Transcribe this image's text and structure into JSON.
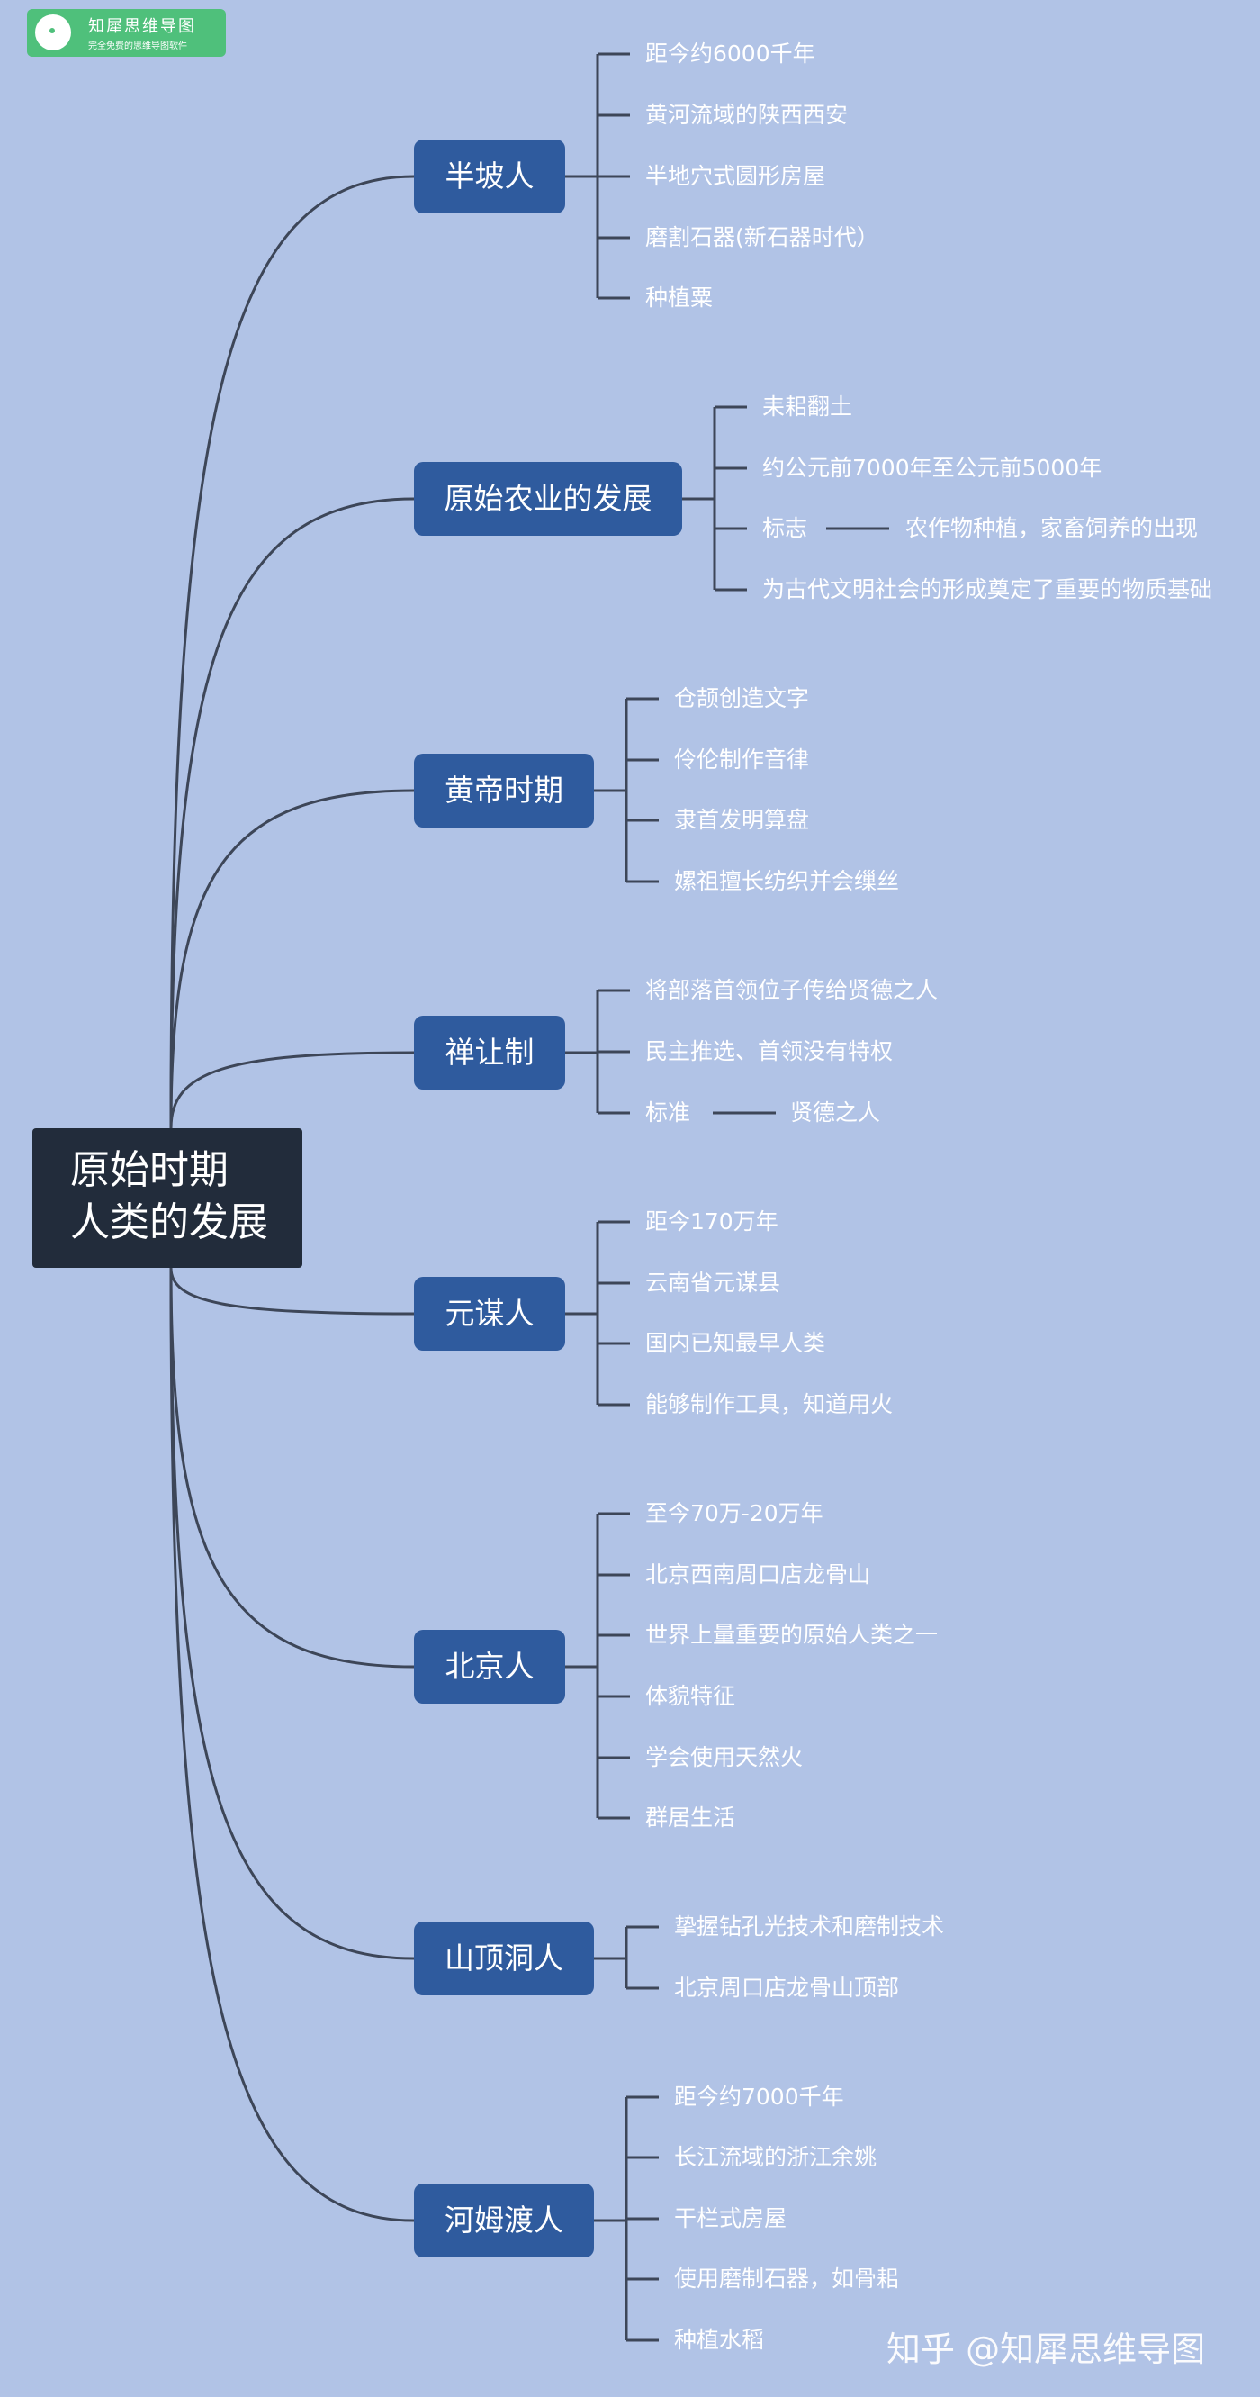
{
  "logo": {
    "title": "知犀思维导图",
    "subtitle": "完全免费的思维导图软件"
  },
  "root": {
    "line1": "原始时期",
    "line2": "人类的发展"
  },
  "branches": [
    {
      "label": "半坡人",
      "leaves": [
        "距今约6000千年",
        "黄河流域的陕西西安",
        "半地穴式圆形房屋",
        "磨割石器(新石器时代）",
        "种植粟"
      ]
    },
    {
      "label": "原始农业的发展",
      "leaves": [
        "耒耜翻土",
        "约公元前7000年至公元前5000年",
        "标志",
        "为古代文明社会的形成奠定了重要的物质基础"
      ]
    },
    {
      "label": "黄帝时期",
      "leaves": [
        "仓颉创造文字",
        "伶伦制作音律",
        "隶首发明算盘",
        "嫘祖擅长纺织并会缫丝"
      ]
    },
    {
      "label": "禅让制",
      "leaves": [
        "将部落首领位子传给贤德之人",
        "民主推选、首领没有特权",
        "标准"
      ]
    },
    {
      "label": "元谋人",
      "leaves": [
        "距今170万年",
        "云南省元谋县",
        "国内已知最早人类",
        "能够制作工具，知道用火"
      ]
    },
    {
      "label": "北京人",
      "leaves": [
        "至今70万-20万年",
        "北京西南周口店龙骨山",
        "世界上量重要的原始人类之一",
        "体貌特征",
        "学会使用天然火",
        "群居生活"
      ]
    },
    {
      "label": "山顶洞人",
      "leaves": [
        "挚握钻孔光技术和磨制技术",
        "北京周口店龙骨山顶部"
      ]
    },
    {
      "label": "河姆渡人",
      "leaves": [
        "距今约7000千年",
        "长江流域的浙江余姚",
        "干栏式房屋",
        "使用磨制石器，如骨耜",
        "种植水稻"
      ]
    }
  ],
  "sub_leaves": {
    "agriculture_sign": "农作物种植，家畜饲养的出现",
    "abdication_standard": "贤德之人"
  },
  "watermark": "知乎 @知犀思维导图",
  "colors": {
    "background": "#b1c3e6",
    "root": "#222c3b",
    "branch": "#2f5b9e",
    "line": "#3d4658",
    "logo": "#4fc07b"
  }
}
